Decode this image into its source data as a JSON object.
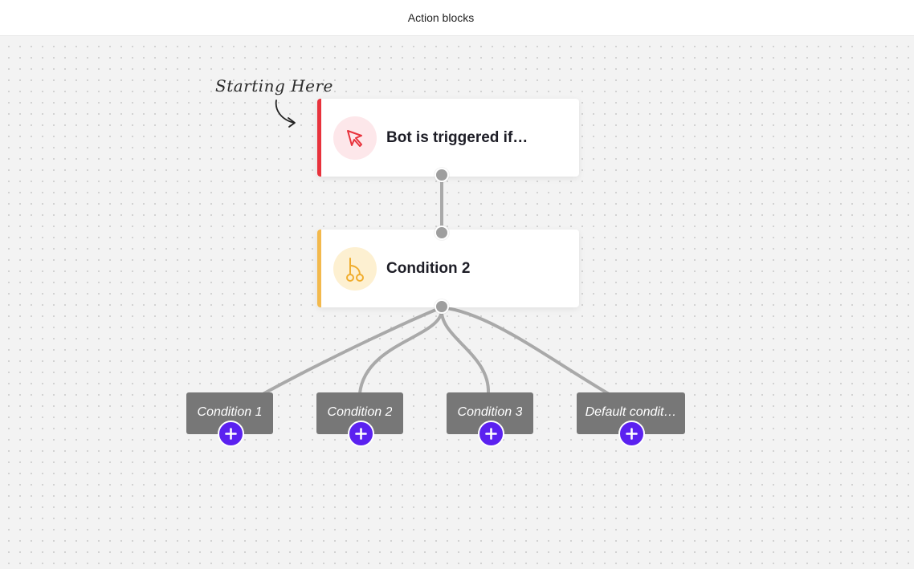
{
  "header": {
    "title": "Action blocks"
  },
  "annotation": {
    "text": "Starting Here"
  },
  "blocks": [
    {
      "label": "Bot is triggered if…",
      "icon": "cursor-pointer-icon",
      "accent": "#e8323c",
      "icon_bg": "#fde7ea"
    },
    {
      "label": "Condition 2",
      "icon": "branch-icon",
      "accent": "#f3b94c",
      "icon_bg": "#fdf0d1"
    }
  ],
  "branches": [
    {
      "label": "Condition 1"
    },
    {
      "label": "Condition 2"
    },
    {
      "label": "Condition 3"
    },
    {
      "label": "Default condit…"
    }
  ],
  "colors": {
    "connector": "#a9a9a9",
    "port": "#9e9e9e",
    "branch_bg": "#777777",
    "add_button": "#5b21f0"
  },
  "icons": {
    "add": "plus-icon",
    "annotation_arrow": "curved-arrow-icon"
  }
}
